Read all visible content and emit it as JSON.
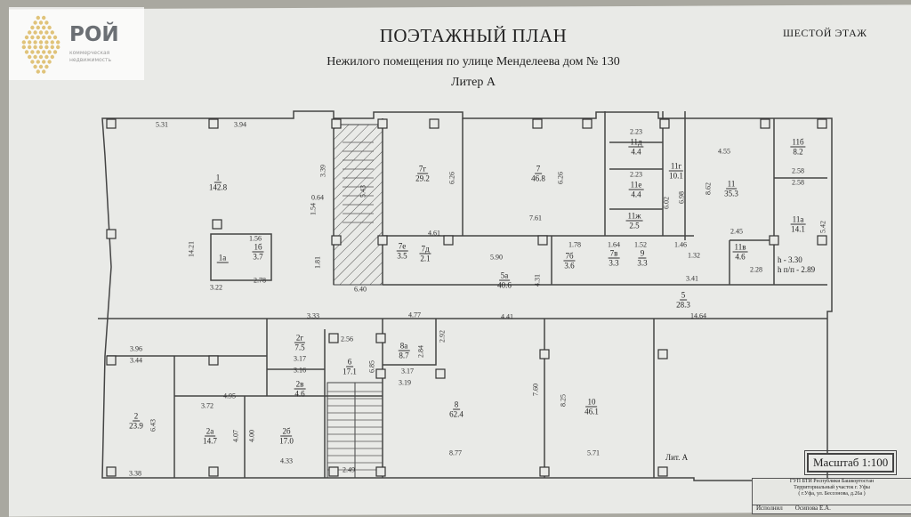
{
  "logo": {
    "name": "РОЙ",
    "tagline": "коммерческая недвижимость"
  },
  "header": {
    "title": "ПОЭТАЖНЫЙ ПЛАН",
    "subtitle": "Нежилого помещения по улице Менделеева  дом № 130",
    "liter": "Литер А",
    "floor": "ШЕСТОЙ  ЭТАЖ"
  },
  "rooms": [
    {
      "num": "1",
      "area": "142.8"
    },
    {
      "num": "1а",
      "area": ""
    },
    {
      "num": "1б",
      "area": "3.7"
    },
    {
      "num": "7г",
      "area": "29.2"
    },
    {
      "num": "7",
      "area": "46.8"
    },
    {
      "num": "11д",
      "area": "4.4"
    },
    {
      "num": "11е",
      "area": "4.4"
    },
    {
      "num": "11ж",
      "area": "2.5"
    },
    {
      "num": "11г",
      "area": "10.1"
    },
    {
      "num": "11",
      "area": "35.3"
    },
    {
      "num": "11б",
      "area": "8.2"
    },
    {
      "num": "11а",
      "area": "14.1"
    },
    {
      "num": "11в",
      "area": "4.6"
    },
    {
      "num": "7е",
      "area": "3.5"
    },
    {
      "num": "7д",
      "area": "2.1"
    },
    {
      "num": "5а",
      "area": "40.6"
    },
    {
      "num": "7б",
      "area": "3.6"
    },
    {
      "num": "7в",
      "area": "3.3"
    },
    {
      "num": "9",
      "area": "3.3"
    },
    {
      "num": "5",
      "area": "28.3"
    },
    {
      "num": "2",
      "area": "23.9"
    },
    {
      "num": "2а",
      "area": "14.7"
    },
    {
      "num": "2б",
      "area": "17.0"
    },
    {
      "num": "2г",
      "area": "7.5"
    },
    {
      "num": "2в",
      "area": "4.6"
    },
    {
      "num": "6",
      "area": "17.1"
    },
    {
      "num": "8а",
      "area": "8.7"
    },
    {
      "num": "8",
      "area": "62.4"
    },
    {
      "num": "10",
      "area": "46.1"
    }
  ],
  "dimensions": [
    "5.31",
    "3.94",
    "14.21",
    "3.22",
    "2.78",
    "1.56",
    "3.39",
    "0.64",
    "1.54",
    "1.81",
    "5.43",
    "6.26",
    "4.61",
    "7.61",
    "6.26",
    "2.23",
    "2.23",
    "6.02",
    "6.98",
    "8.62",
    "4.55",
    "2.58",
    "2.58",
    "5.42",
    "2.45",
    "2.28",
    "3.41",
    "1.46",
    "1.32",
    "6.40",
    "5.90",
    "4.31",
    "4.77",
    "4.41",
    "14.64",
    "1.78",
    "1.64",
    "1.52",
    "3.33",
    "2.56",
    "3.17",
    "3.16",
    "4.95",
    "3.96",
    "3.44",
    "3.72",
    "6.43",
    "4.07",
    "4.00",
    "4.33",
    "3.38",
    "2.49",
    "6.85",
    "2.84",
    "3.17",
    "3.19",
    "7.60",
    "8.25",
    "8.77",
    "5.71",
    "2.92"
  ],
  "notes": {
    "height": "h - 3.30",
    "height_sub": "h п/п - 2.89",
    "lit": "Лит. А"
  },
  "scale": "Масштаб 1:100",
  "stamp": {
    "line1": "ГУП БТИ Республики Башкортостан",
    "line2": "Территориальный участок  г. Уфы",
    "line3": "( г.Уфа, ул. Бессонова, д.26а )",
    "role": "Исполнил",
    "name": "Осипова Е.А."
  }
}
